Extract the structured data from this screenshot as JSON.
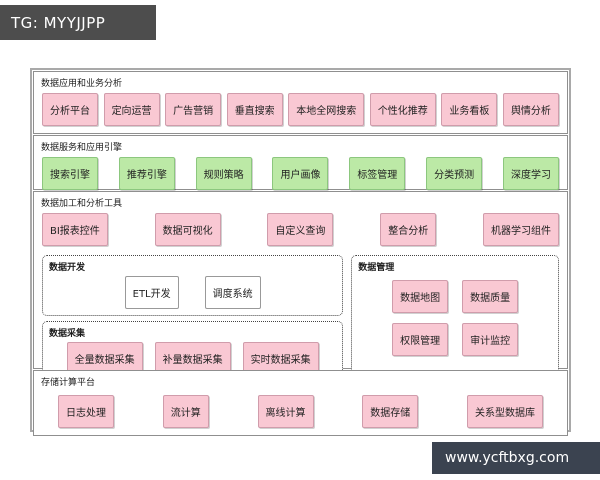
{
  "watermarks": {
    "top": "TG: MYYJJPP",
    "bottom": "www.ycftbxg.com"
  },
  "colors": {
    "pink_bg": "#f9c8d3",
    "pink_border": "#d09cab",
    "green_bg": "#bce9a6",
    "green_border": "#8cc77e",
    "white_bg": "#ffffff",
    "white_border": "#999999",
    "top_bar_bg": "#4d4d4d",
    "bottom_bar_bg": "#3b4350"
  },
  "diagram": {
    "layers": [
      {
        "title": "数据应用和业务分析",
        "boxes": [
          "分析平台",
          "定向运营",
          "广告营销",
          "垂直搜索",
          "本地全网搜索",
          "个性化推荐",
          "业务看板",
          "舆情分析"
        ]
      },
      {
        "title": "数据服务和应用引擎",
        "boxes": [
          "搜索引擎",
          "推荐引擎",
          "规则策略",
          "用户画像",
          "标签管理",
          "分类预测",
          "深度学习"
        ]
      },
      {
        "title": "数据加工和分析工具",
        "boxes": [
          "BI报表控件",
          "数据可视化",
          "自定义查询",
          "整合分析",
          "机器学习组件"
        ],
        "subsections": [
          {
            "title": "数据开发",
            "boxes": [
              "ETL开发",
              "调度系统"
            ]
          },
          {
            "title": "数据管理",
            "boxes": [
              "数据地图",
              "数据质量",
              "权限管理",
              "审计监控"
            ]
          },
          {
            "title": "数据采集",
            "boxes": [
              "全量数据采集",
              "补量数据采集",
              "实时数据采集"
            ]
          }
        ]
      },
      {
        "title": "存储计算平台",
        "boxes": [
          "日志处理",
          "流计算",
          "离线计算",
          "数据存储",
          "关系型数据库"
        ]
      }
    ]
  }
}
